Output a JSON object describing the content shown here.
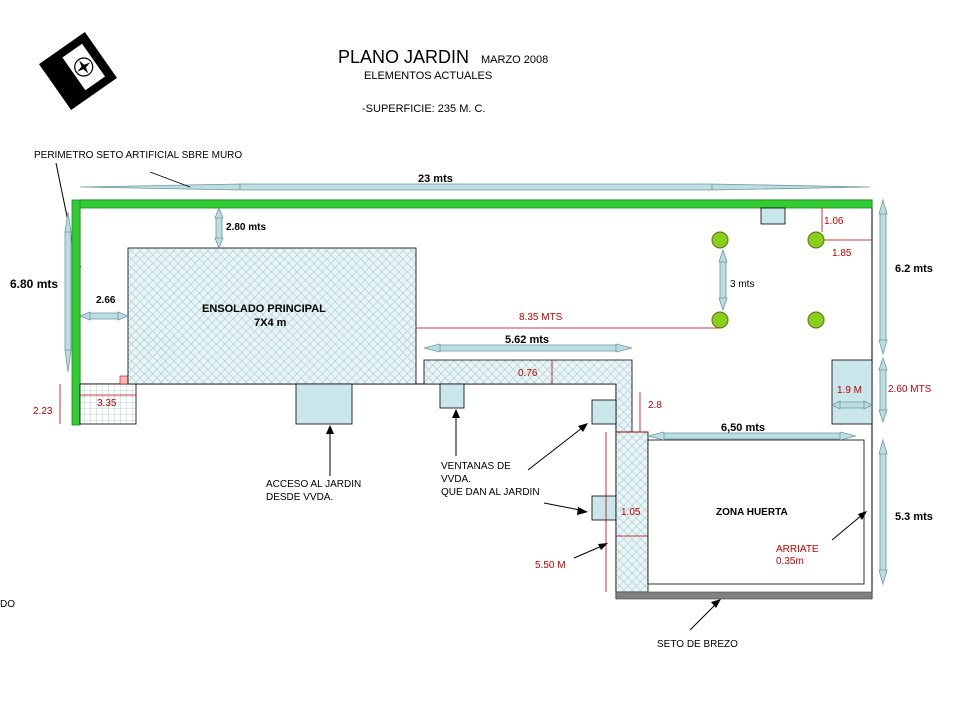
{
  "title": {
    "main": "PLANO JARDIN",
    "date": "MARZO 2008",
    "subtitle": "ELEMENTOS ACTUALES",
    "area": "-SUPERFICIE: 235 M. C."
  },
  "compass": {
    "letter": "N"
  },
  "labels": {
    "hedge_perimeter": "PERIMETRO SETO ARTIFICIAL SBRE MURO",
    "patio_line1": "ENSOLADO PRINCIPAL",
    "patio_line2": "7X4 m",
    "access_line1": "ACCESO AL JARDIN",
    "access_line2": "DESDE  VVDA.",
    "windows_line1": "VENTANAS DE",
    "windows_line2": "VVDA.",
    "windows_line3": "QUE DAN AL JARDIN",
    "garden_zone": "ZONA HUERTA",
    "bed_line1": "ARRIATE",
    "bed_line2": "0.35m",
    "heather_hedge": "SETO DE BREZO",
    "cut_left": "DO"
  },
  "dimensions": {
    "total_width": "23 mts",
    "left_height": "6.80 mts",
    "top_gap": "2.80 mts",
    "left_gap": "2.66",
    "right_upper": "6.2 mts",
    "right_middle": "2.60 MTS",
    "right_lower": "5.3 mts",
    "strip_width": "5.62 mts",
    "garden_width": "6,50 mts",
    "trees_gap": "3 mts",
    "box_width": "1.9 M"
  },
  "red_dimensions": {
    "d_835": "8.35 MTS",
    "d_106": "1.06",
    "d_185": "1.85",
    "d_076": "0.76",
    "d_28": "2.8",
    "d_105": "1.05",
    "d_550": "5.50 M",
    "d_223": "2.23",
    "d_335": "3.35"
  },
  "colors": {
    "hedge_green": "#33cc33",
    "heather_gray": "#808080",
    "element_fill": "#c9e6ea",
    "dimension_red": "#c00000",
    "arrow_fill": "#bcdde2",
    "tree_green": "#8ccc1a"
  }
}
